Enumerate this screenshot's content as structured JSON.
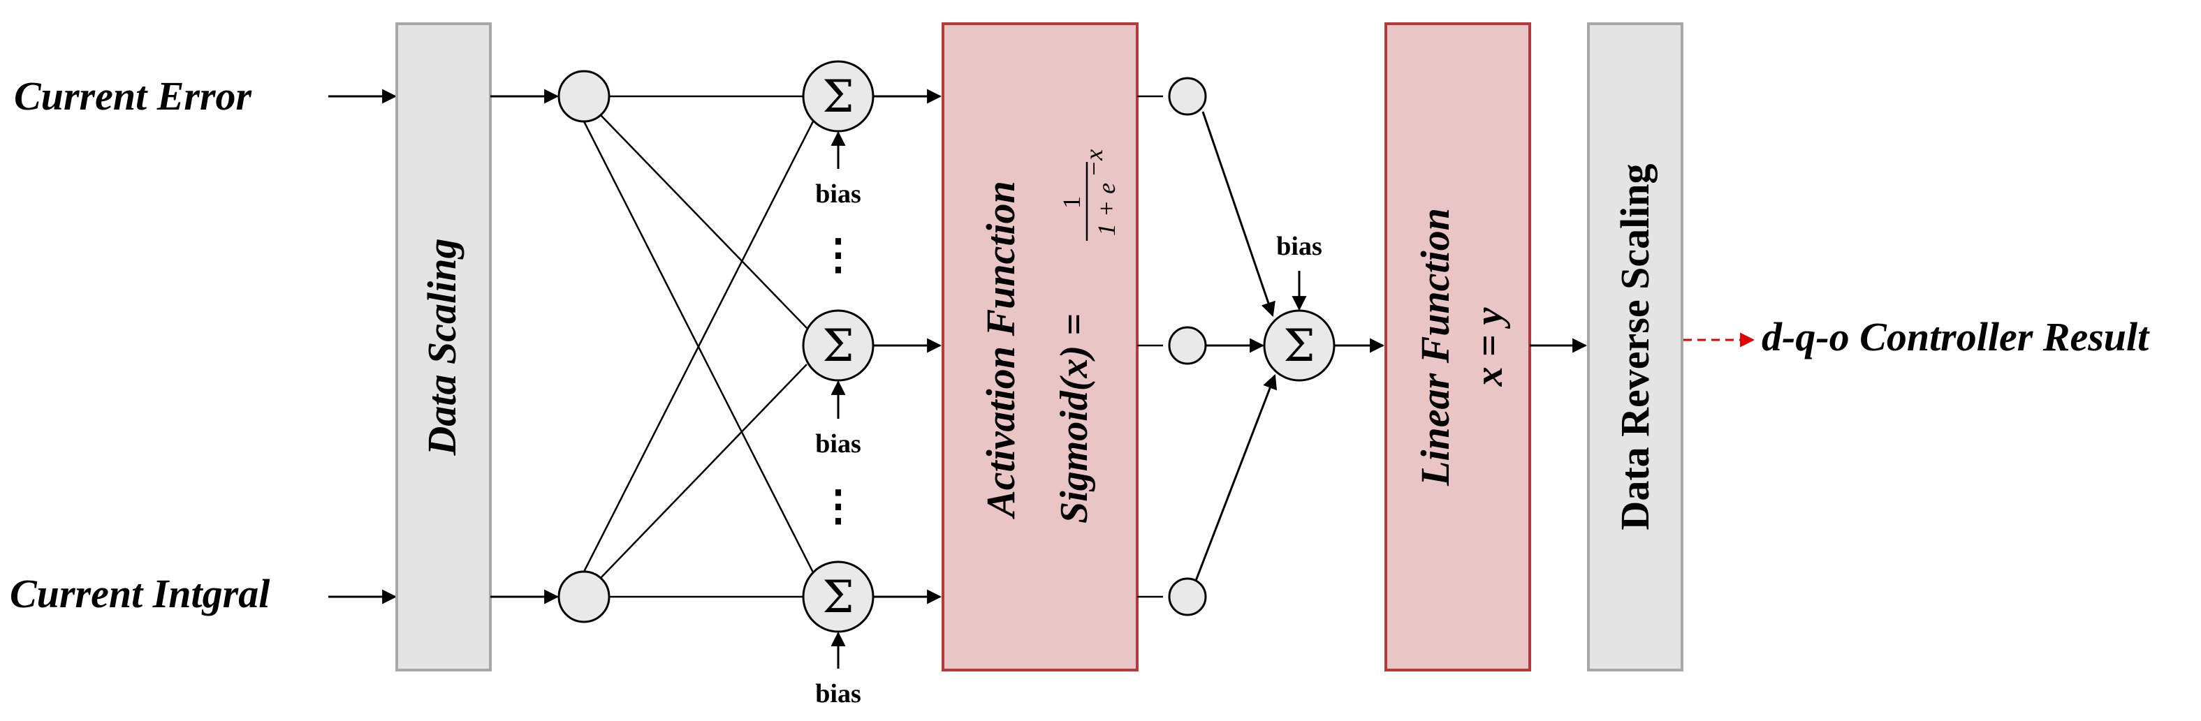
{
  "inputs": {
    "current_error": "Current Error",
    "current_integral": "Current Intgral"
  },
  "blocks": {
    "data_scaling": "Data Scaling",
    "activation_title": "Activation Function",
    "activation_formula_lhs": "Sigmoid(x) =",
    "activation_formula_num": "1",
    "activation_formula_den": "1 + e",
    "activation_formula_exp": "−x",
    "linear_title": "Linear Function",
    "linear_formula": "x = y",
    "reverse_scaling": "Data Reverse Scaling"
  },
  "nodes": {
    "sum_symbol": "Σ",
    "bias_label": "bias",
    "ellipsis": "⋮"
  },
  "output": {
    "label": "d-q-o Controller Result"
  },
  "colors": {
    "grey_block": "#e4e4e4",
    "pink_block": "#eac5c5",
    "pink_border": "#b33b3b",
    "output_arrow": "#e00000"
  }
}
